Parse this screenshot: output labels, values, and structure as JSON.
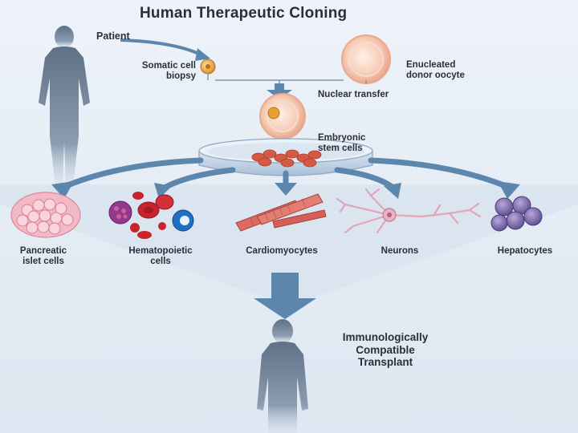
{
  "title": "Human Therapeutic Cloning",
  "labels": {
    "patient": "Patient",
    "somatic_line1": "Somatic cell",
    "somatic_line2": "biopsy",
    "enucleated_line1": "Enucleated",
    "enucleated_line2": "donor oocyte",
    "nuclear_transfer": "Nuclear transfer",
    "embryonic_line1": "Embryonic",
    "embryonic_line2": "stem cells"
  },
  "cell_types": {
    "pancreatic_line1": "Pancreatic",
    "pancreatic_line2": "islet cells",
    "hematopoietic_line1": "Hematopoietic",
    "hematopoietic_line2": "cells",
    "cardiomyocytes": "Cardiomyocytes",
    "neurons": "Neurons",
    "hepatocytes": "Hepatocytes"
  },
  "outcome": {
    "line1": "Immunologically",
    "line2": "Compatible",
    "line3": "Transplant"
  },
  "colors": {
    "arrow": "#5d86ad",
    "silhouette": "#6a7c91",
    "oocyte": "#f3c0a8",
    "islet": "#f0a9b8",
    "blood": "#c7242d",
    "cardiac": "#d9675e",
    "neuron": "#e3a6b9",
    "hepatocyte": "#7a6aa8"
  }
}
